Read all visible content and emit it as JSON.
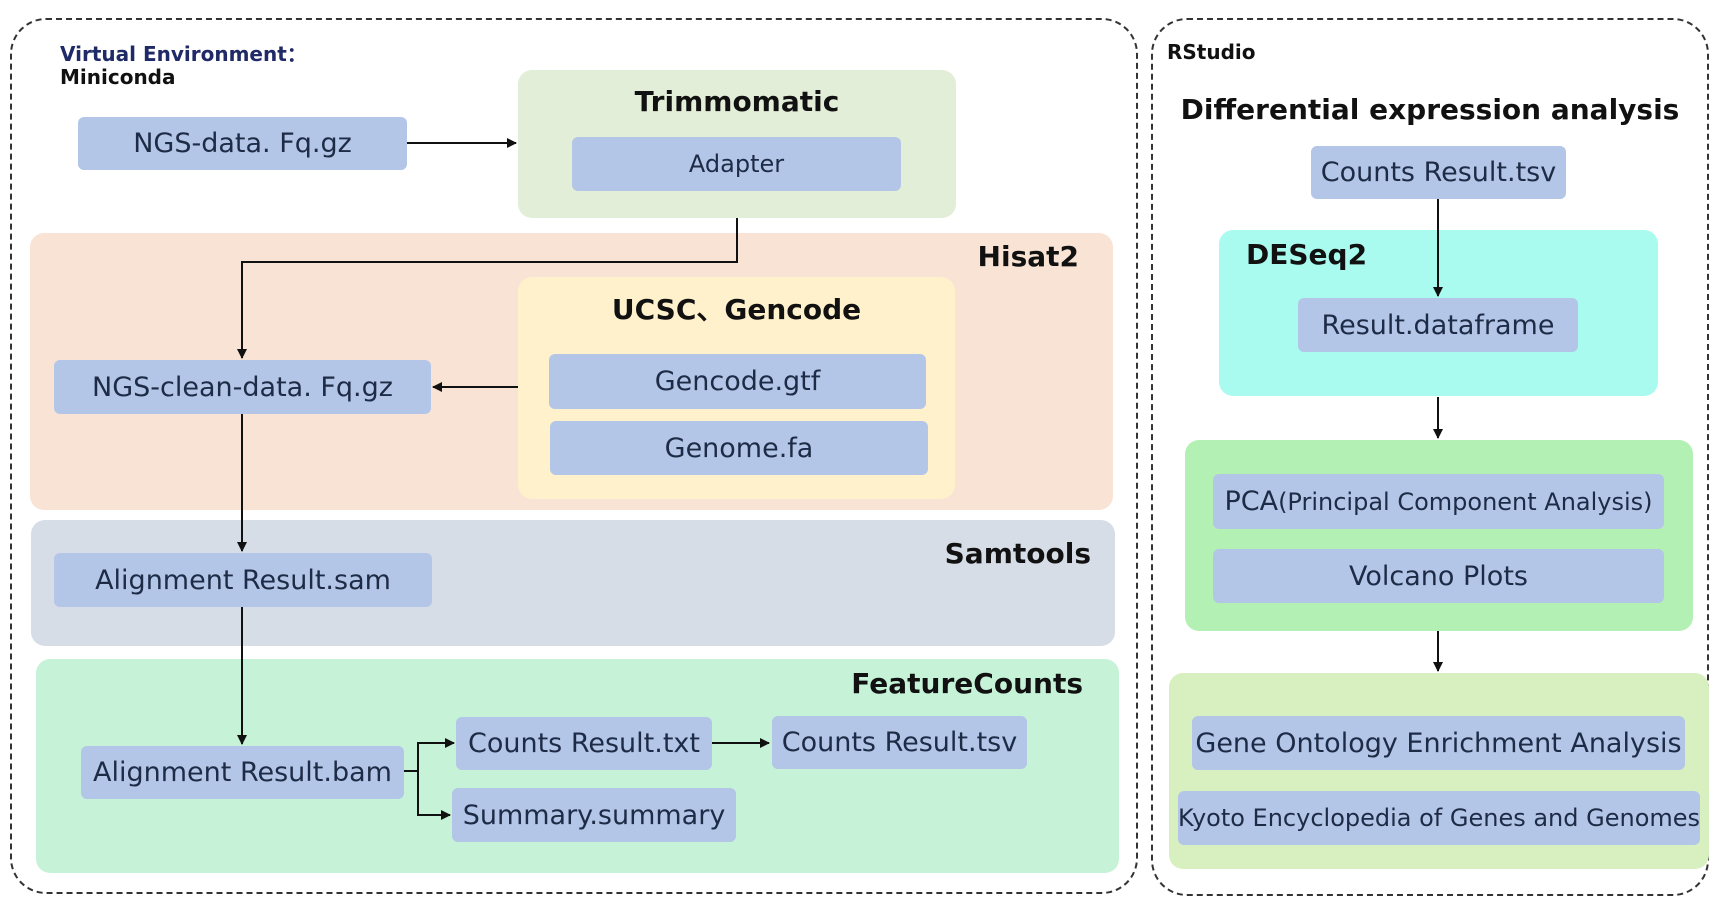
{
  "left_panel": {
    "env_line1": "Virtual Environment：",
    "env_line2": "Miniconda",
    "input_file": "NGS-data. Fq.gz",
    "trimmomatic": {
      "title": "Trimmomatic",
      "adapter": "Adapter"
    },
    "hisat2": {
      "title": "Hisat2",
      "clean_data": "NGS-clean-data. Fq.gz",
      "reference": {
        "title": "UCSC、Gencode",
        "gtf": "Gencode.gtf",
        "genome": "Genome.fa"
      }
    },
    "samtools": {
      "title": "Samtools",
      "sam": "Alignment Result.sam"
    },
    "featurecounts": {
      "title": "FeatureCounts",
      "bam": "Alignment Result.bam",
      "counts_txt": "Counts Result.txt",
      "counts_tsv": "Counts Result.tsv",
      "summary": "Summary.summary"
    }
  },
  "right_panel": {
    "title": "RStudio",
    "heading": "Differential expression analysis",
    "counts_tsv": "Counts Result.tsv",
    "deseq2": {
      "title": "DESeq2",
      "result": "Result.dataframe"
    },
    "visualization": {
      "pca_prefix": "PCA",
      "pca_suffix": "(Principal Component Analysis)",
      "volcano": "Volcano Plots"
    },
    "enrichment": {
      "go": "Gene Ontology Enrichment Analysis",
      "kegg": "Kyoto Encyclopedia of Genes and Genomes"
    }
  },
  "colors": {
    "box": "#b3c6e7",
    "trimmomatic_bg": "#e2eed8",
    "hisat2_bg": "#f9e3d5",
    "reference_bg": "#fff1cc",
    "samtools_bg": "#d7dde6",
    "featurecounts_bg": "#c6f3d8",
    "deseq2_bg": "#a8fbee",
    "visualization_bg": "#b3f0b3",
    "enrichment_bg": "#d8f0c0"
  }
}
